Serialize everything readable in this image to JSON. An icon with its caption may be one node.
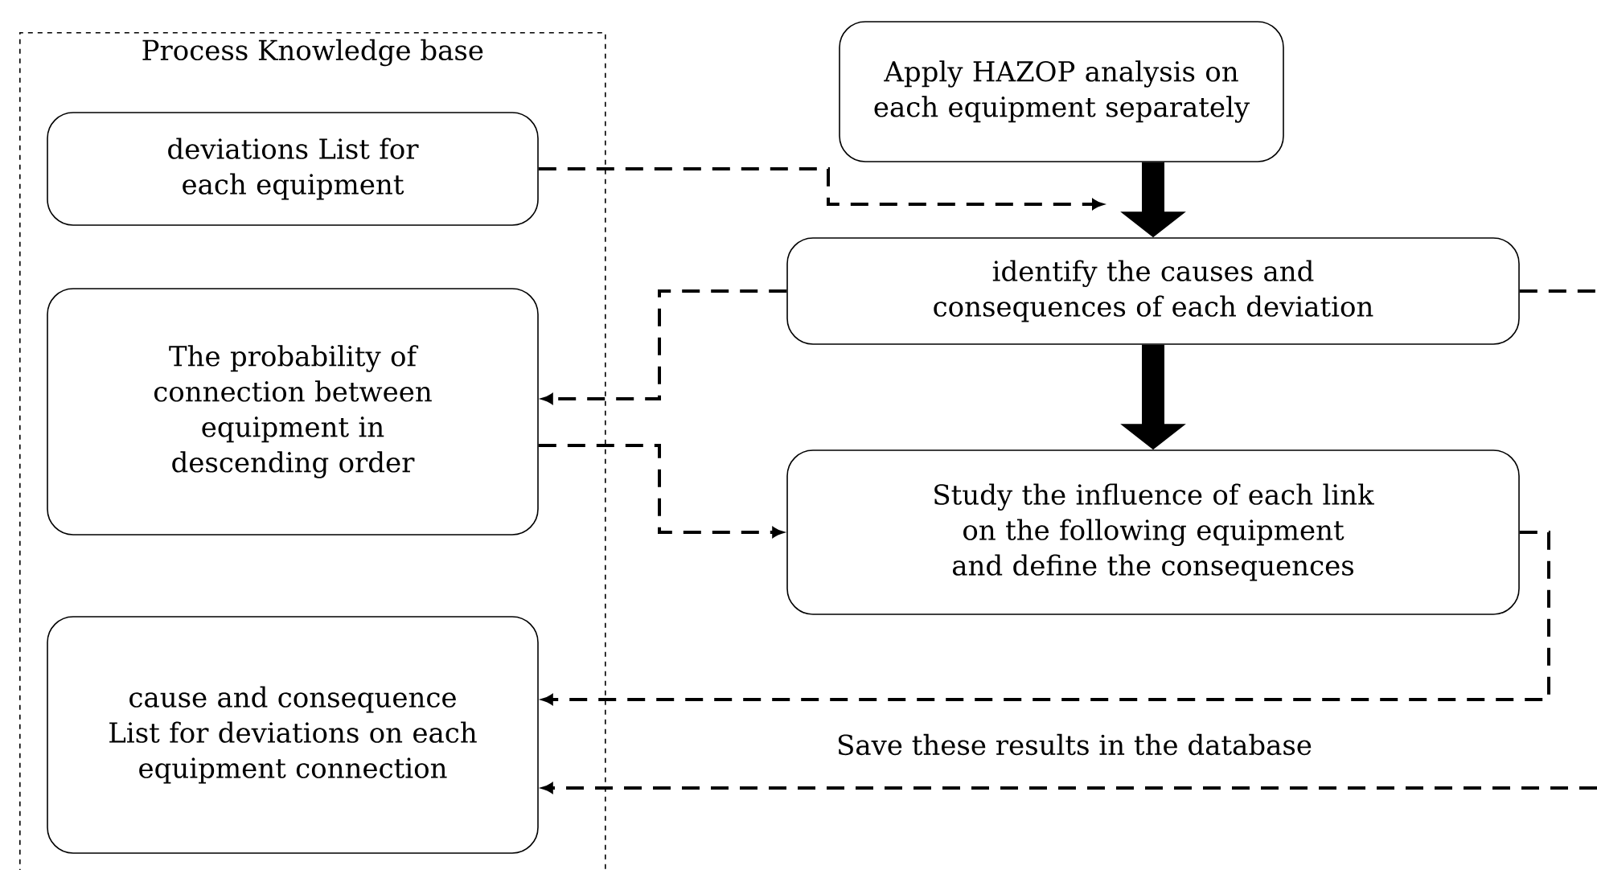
{
  "diagram": {
    "nodes": [
      {
        "text": [
          "Process Knowledge base"
        ]
      },
      {
        "text": [
          "deviations List for each equipment"
        ],
        "in": 0
      },
      {
        "text": [
          "The probability of connection between equipment in descending order"
        ],
        "in": 0
      },
      {
        "text": [
          "cause and consequence List for deviations on each equipment connection"
        ],
        "in": 0
      },
      {
        "text": [
          "Apply HAZOP analysis on each equipment separately"
        ]
      },
      {
        "text": [
          "identify the causes and consequences of each deviation"
        ]
      },
      {
        "text": [
          "Study the influence of each link on the following equipment and define the consequences"
        ]
      }
    ],
    "edges": [
      {
        "from": 4,
        "to": 5,
        "arrow": "to",
        "style": "thick"
      },
      {
        "from": 1,
        "to": 5,
        "arrow": "to",
        "style": "dashed"
      },
      {
        "from": 5,
        "to": 2,
        "arrow": "to",
        "style": "dashed"
      },
      {
        "from": 5,
        "to": null,
        "arrow": "none",
        "style": "dashed"
      },
      {
        "from": 5,
        "to": 6,
        "arrow": "to",
        "style": "thick"
      },
      {
        "from": 2,
        "to": 6,
        "arrow": "to",
        "style": "dashed"
      },
      {
        "from": 6,
        "to": 3,
        "arrow": "to",
        "style": "dashed"
      },
      {
        "from": null,
        "to": 3,
        "arrow": "to",
        "style": "dashed",
        "label": "Save these results in the database"
      }
    ]
  }
}
